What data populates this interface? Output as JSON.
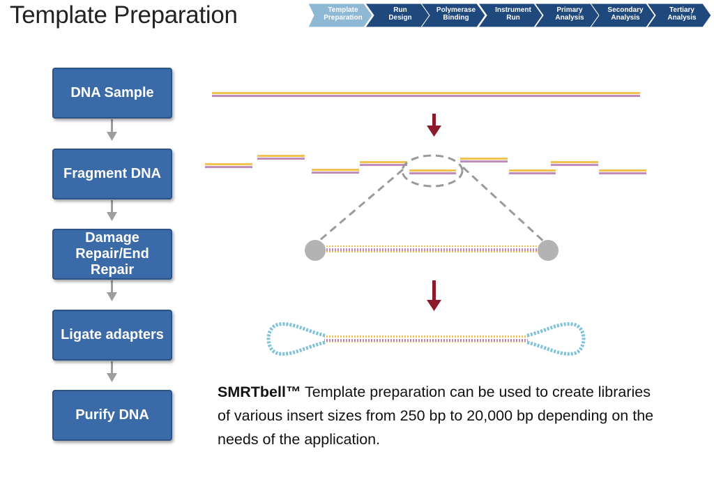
{
  "page": {
    "title": "Template Preparation"
  },
  "workflow": {
    "steps": [
      {
        "line1": "Template",
        "line2": "Preparation",
        "active": true
      },
      {
        "line1": "Run",
        "line2": "Design",
        "active": false
      },
      {
        "line1": "Polymerase",
        "line2": "Binding",
        "active": false
      },
      {
        "line1": "Instrument",
        "line2": "Run",
        "active": false
      },
      {
        "line1": "Primary",
        "line2": "Analysis",
        "active": false
      },
      {
        "line1": "Secondary",
        "line2": "Analysis",
        "active": false
      },
      {
        "line1": "Tertiary",
        "line2": "Analysis",
        "active": false
      }
    ]
  },
  "process": {
    "steps": [
      {
        "label": "DNA Sample"
      },
      {
        "label": "Fragment DNA"
      },
      {
        "label": "Damage Repair/End Repair"
      },
      {
        "label": "Ligate adapters"
      },
      {
        "label": "Purify DNA"
      }
    ]
  },
  "caption": {
    "bold": "SMRTbell™",
    "text": " Template preparation can be used to create libraries of various insert sizes from 250 bp to 20,000 bp depending on the needs of the application."
  },
  "colors": {
    "active_step": "#8fb8d4",
    "inactive_step": "#1f497d",
    "box_fill": "#3b6aa8",
    "strand_yellow": "#f2c14e",
    "strand_purple": "#c08bbd",
    "arrow_red": "#8b1a2b",
    "adapter_blue": "#7fc2d9"
  }
}
